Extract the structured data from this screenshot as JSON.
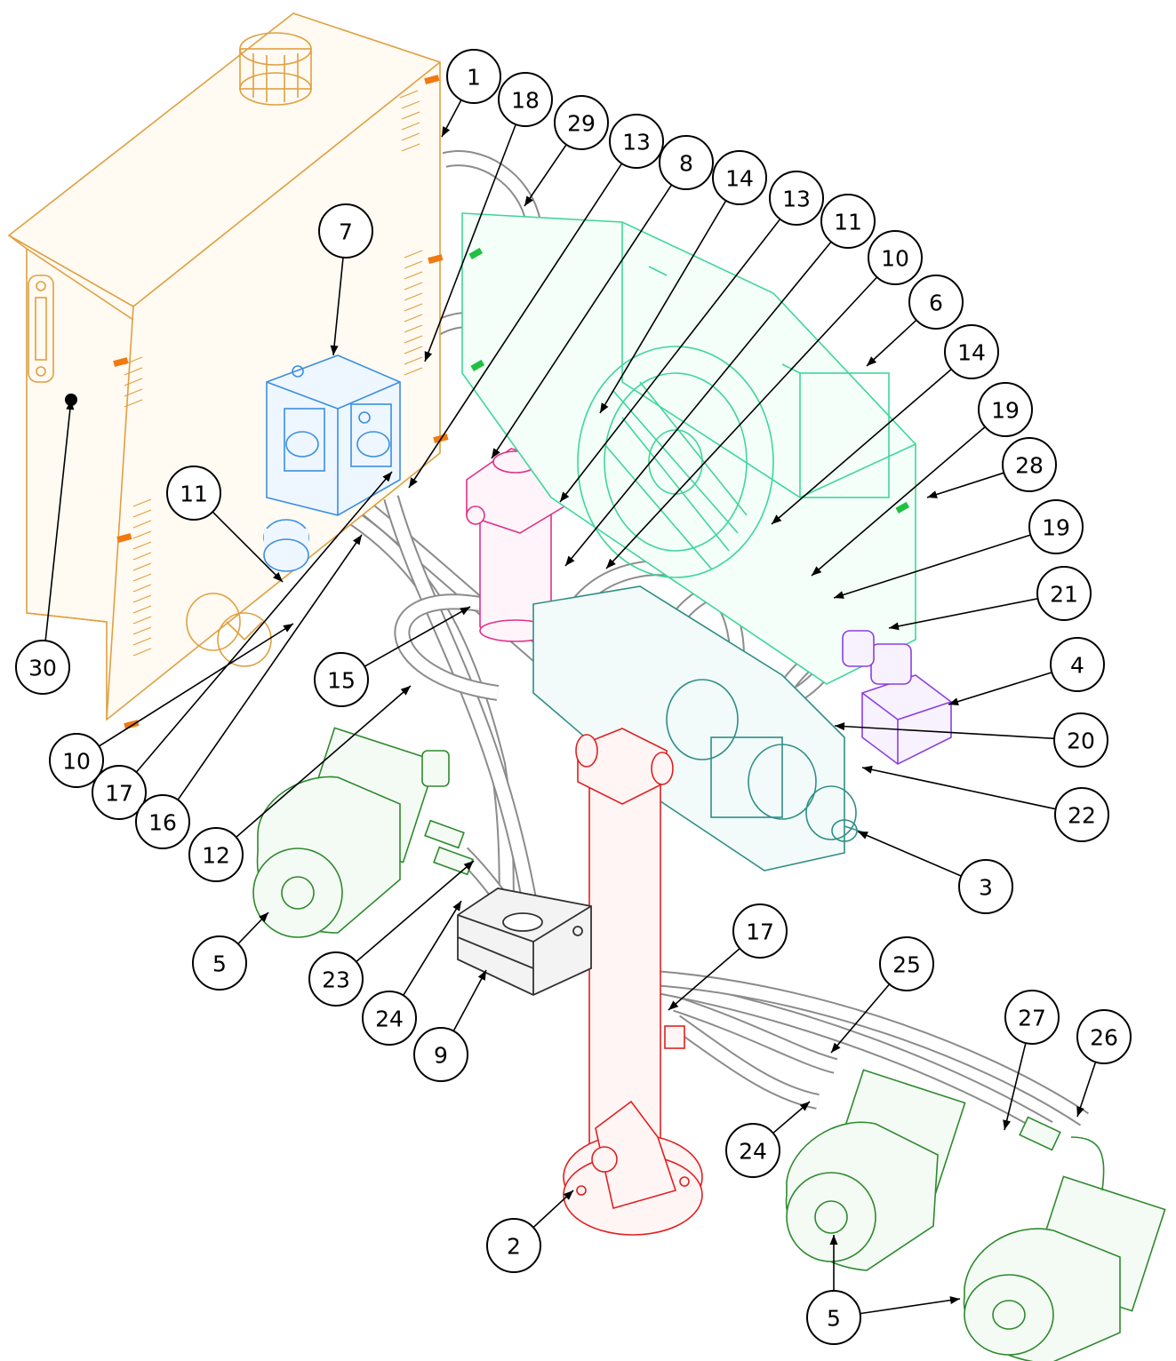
{
  "colors": {
    "tank": "#e0a040",
    "valve_block": "#3a8fe0",
    "filter": "#e0308a",
    "cooler": "#3fd69a",
    "pump": "#2e8f86",
    "manifold": "#8a3fe0",
    "cylinder": "#e02020",
    "motor": "#2e8a2e",
    "clamp": "#555555",
    "hose": "#9a9a9a",
    "bolt_orange": "#f07a10",
    "bolt_green": "#20c040"
  },
  "callouts": [
    {
      "id": "c1",
      "label": "1"
    },
    {
      "id": "c18",
      "label": "18"
    },
    {
      "id": "c29",
      "label": "29"
    },
    {
      "id": "c13a",
      "label": "13"
    },
    {
      "id": "c8",
      "label": "8"
    },
    {
      "id": "c14a",
      "label": "14"
    },
    {
      "id": "c13b",
      "label": "13"
    },
    {
      "id": "c11a",
      "label": "11"
    },
    {
      "id": "c10a",
      "label": "10"
    },
    {
      "id": "c6",
      "label": "6"
    },
    {
      "id": "c14b",
      "label": "14"
    },
    {
      "id": "c19a",
      "label": "19"
    },
    {
      "id": "c28",
      "label": "28"
    },
    {
      "id": "c19b",
      "label": "19"
    },
    {
      "id": "c21",
      "label": "21"
    },
    {
      "id": "c4",
      "label": "4"
    },
    {
      "id": "c20",
      "label": "20"
    },
    {
      "id": "c22",
      "label": "22"
    },
    {
      "id": "c3",
      "label": "3"
    },
    {
      "id": "c7",
      "label": "7"
    },
    {
      "id": "c11b",
      "label": "11"
    },
    {
      "id": "c30",
      "label": "30"
    },
    {
      "id": "c15",
      "label": "15"
    },
    {
      "id": "c10b",
      "label": "10"
    },
    {
      "id": "c17a",
      "label": "17"
    },
    {
      "id": "c16",
      "label": "16"
    },
    {
      "id": "c12",
      "label": "12"
    },
    {
      "id": "c5a",
      "label": "5"
    },
    {
      "id": "c23",
      "label": "23"
    },
    {
      "id": "c24a",
      "label": "24"
    },
    {
      "id": "c9",
      "label": "9"
    },
    {
      "id": "c17b",
      "label": "17"
    },
    {
      "id": "c25",
      "label": "25"
    },
    {
      "id": "c27",
      "label": "27"
    },
    {
      "id": "c26",
      "label": "26"
    },
    {
      "id": "c24b",
      "label": "24"
    },
    {
      "id": "c2",
      "label": "2"
    },
    {
      "id": "c5b",
      "label": "5"
    }
  ]
}
